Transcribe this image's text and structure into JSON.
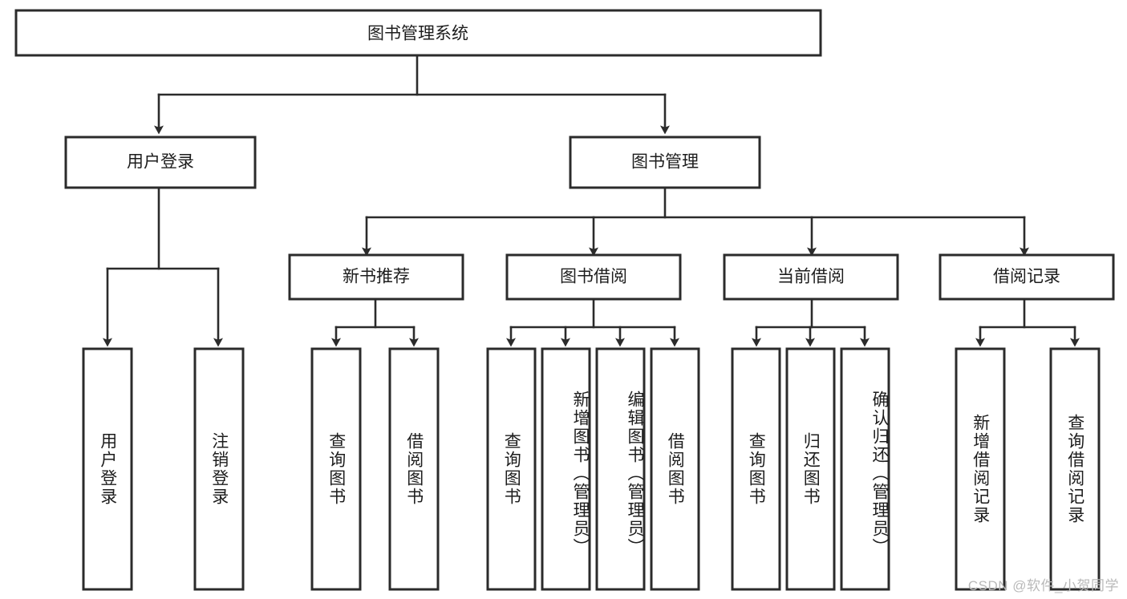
{
  "diagram": {
    "title": "图书管理系统",
    "type": "tree-hierarchy",
    "orientation": "top-down",
    "colors": {
      "box_stroke": "#2b2b2b",
      "box_fill": "#ffffff",
      "connector": "#2b2b2b",
      "text": "#1d1d1d",
      "background": "#ffffff",
      "watermark": "#b9b9b9"
    },
    "root": {
      "label": "图书管理系统"
    },
    "level2": [
      {
        "label": "用户登录"
      },
      {
        "label": "图书管理"
      }
    ],
    "level3": [
      {
        "label": "新书推荐"
      },
      {
        "label": "图书借阅"
      },
      {
        "label": "当前借阅"
      },
      {
        "label": "借阅记录"
      }
    ],
    "leaves": {
      "user_login": [
        {
          "label": "用户登录"
        },
        {
          "label": "注销登录"
        }
      ],
      "new_book_recommend": [
        {
          "label": "查询图书"
        },
        {
          "label": "借阅图书"
        }
      ],
      "book_borrow": [
        {
          "label": "查询图书"
        },
        {
          "label": "新增图书（管理员）"
        },
        {
          "label": "编辑图书（管理员）"
        },
        {
          "label": "借阅图书"
        }
      ],
      "current_borrow": [
        {
          "label": "查询图书"
        },
        {
          "label": "归还图书"
        },
        {
          "label": "确认归还（管理员）"
        }
      ],
      "borrow_record": [
        {
          "label": "新增借阅记录"
        },
        {
          "label": "查询借阅记录"
        }
      ]
    }
  },
  "watermark": {
    "text": "CSDN @软件_小贺同学"
  }
}
